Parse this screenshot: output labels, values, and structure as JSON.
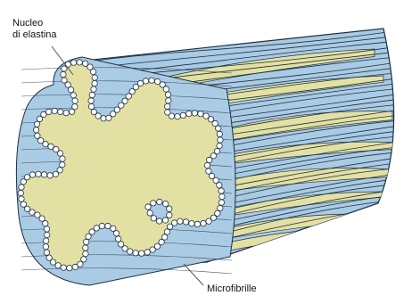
{
  "labels": {
    "core_line1": "Nucleo",
    "core_line2": "di elastina",
    "microfibrils": "Microfibrille"
  },
  "colors": {
    "elastin_core": "#e3e0a3",
    "elastin_core_dark": "#b9b66a",
    "fibril_fill": "#a9cbe3",
    "fibril_stroke": "#1e2f44",
    "bead_fill": "#ffffff",
    "background": "#ffffff"
  }
}
